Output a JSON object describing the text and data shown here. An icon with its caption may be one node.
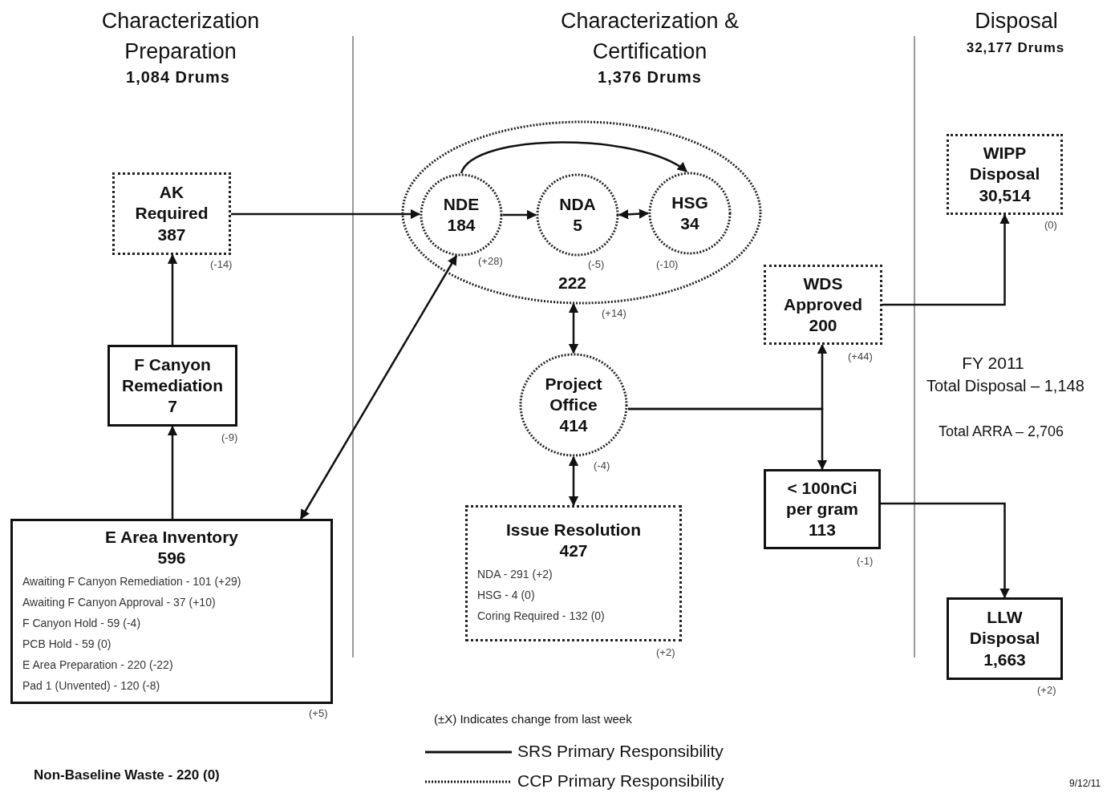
{
  "diagram": {
    "nodes": [
      {
        "text": [
          "AK Required",
          "387"
        ],
        "beside": [
          "(-14)"
        ]
      },
      {
        "text": [
          "F Canyon Remediation",
          "7"
        ],
        "beside": [
          "(-9)"
        ]
      },
      {
        "text": [
          "E Area Inventory",
          "596",
          "Awaiting F Canyon Remediation - 101 (+29)",
          "Awaiting F Canyon Approval - 37 (+10)",
          "F Canyon Hold - 59 (-4)",
          "PCB Hold - 59 (0)",
          "E Area Preparation - 220 (-22)",
          "Pad 1 (Unvented) - 120 (-8)"
        ],
        "beside": [
          "(+5)"
        ]
      },
      {
        "text": [
          "222"
        ],
        "beside": [
          "(+14)"
        ]
      },
      {
        "text": [
          "NDE",
          "184"
        ],
        "beside": [
          "(+28)"
        ],
        "in": 3
      },
      {
        "text": [
          "NDA",
          "5"
        ],
        "beside": [
          "(-5)"
        ],
        "in": 3
      },
      {
        "text": [
          "HSG",
          "34"
        ],
        "beside": [
          "(-10)"
        ],
        "in": 3
      },
      {
        "text": [
          "Project Office",
          "414"
        ],
        "beside": [
          "(-4)"
        ]
      },
      {
        "text": [
          "Issue Resolution",
          "427",
          "NDA - 291 (+2)",
          "HSG - 4 (0)",
          "Coring Required - 132 (0)"
        ],
        "beside": [
          "(+2)"
        ]
      },
      {
        "text": [
          "WDS Approved",
          "200"
        ],
        "beside": [
          "(+44)"
        ]
      },
      {
        "text": [
          "< 100nCi per gram",
          "113"
        ],
        "beside": [
          "(-1)"
        ]
      },
      {
        "text": [
          "WIPP Disposal",
          "30,514"
        ],
        "beside": [
          "(0)"
        ]
      },
      {
        "text": [
          "LLW Disposal",
          "1,663"
        ],
        "beside": [
          "(+2)"
        ]
      }
    ],
    "edges": [
      {
        "from": 0,
        "to": 4,
        "arrow": "to"
      },
      {
        "from": 1,
        "to": 0,
        "arrow": "to"
      },
      {
        "from": 2,
        "to": 1,
        "arrow": "to"
      },
      {
        "from": 2,
        "to": 4,
        "arrow": "both"
      },
      {
        "from": 4,
        "to": 5,
        "arrow": "to"
      },
      {
        "from": 5,
        "to": 6,
        "arrow": "both"
      },
      {
        "from": 4,
        "to": 6,
        "arrow": "to"
      },
      {
        "from": 3,
        "to": 7,
        "arrow": "both"
      },
      {
        "from": 7,
        "to": 8,
        "arrow": "both"
      },
      {
        "from": 7,
        "to": 9,
        "arrow": "to"
      },
      {
        "from": 7,
        "to": 10,
        "arrow": "to"
      },
      {
        "from": 9,
        "to": 11,
        "arrow": "to"
      },
      {
        "from": 10,
        "to": 12,
        "arrow": "to"
      }
    ],
    "labels": [
      "Characterization Preparation",
      "1,084 Drums",
      "Characterization & Certification",
      "1,376 Drums",
      "Disposal",
      "32,177 Drums",
      "FY 2011",
      "Total Disposal – 1,148",
      "Total ARRA – 2,706",
      "(±X) Indicates change from last week",
      "Non-Baseline Waste - 220 (0)",
      "9/12/11"
    ],
    "legend": [
      {
        "text": "SRS Primary Responsibility"
      },
      {
        "text": "CCP Primary Responsibility"
      }
    ]
  }
}
